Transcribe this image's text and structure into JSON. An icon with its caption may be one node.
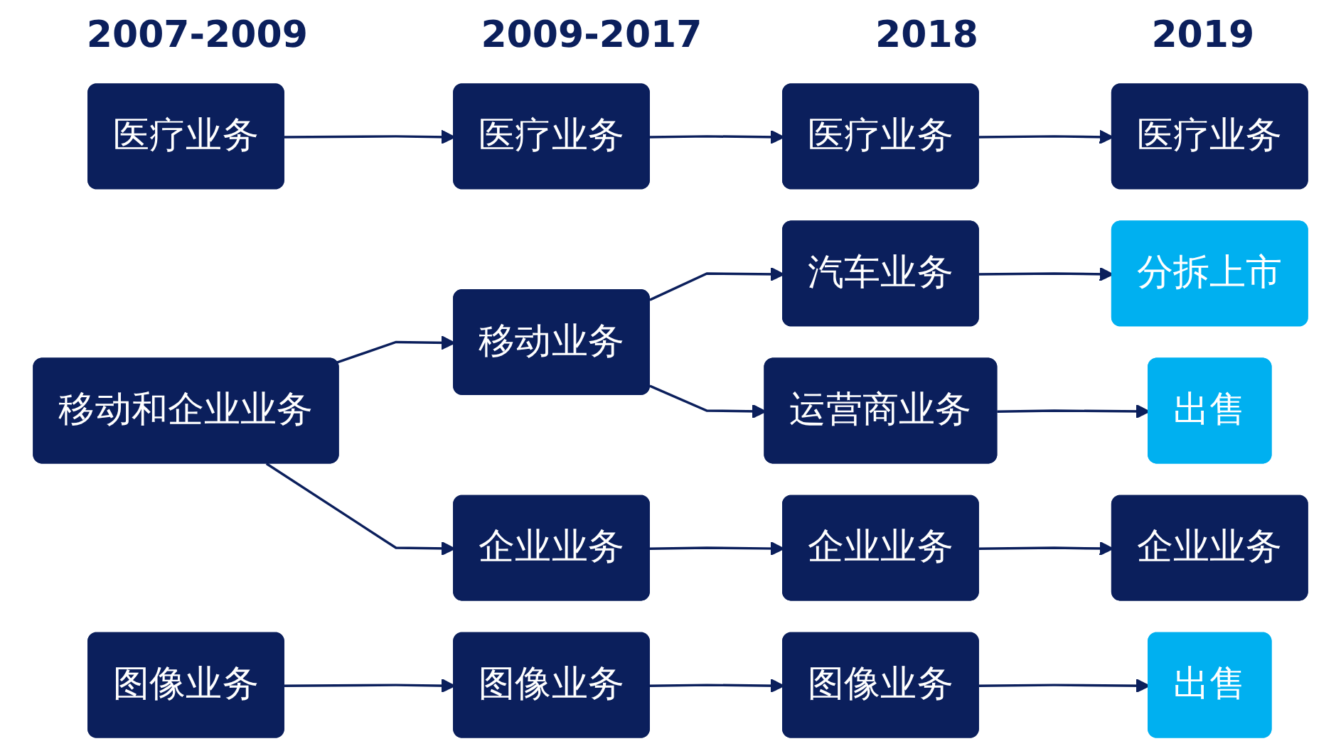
{
  "diagram": {
    "nodes": [
      {
        "text": [
          "医疗业务"
        ]
      },
      {
        "text": [
          "医疗业务"
        ]
      },
      {
        "text": [
          "医疗业务"
        ]
      },
      {
        "text": [
          "医疗业务"
        ]
      },
      {
        "text": [
          "移动和企业业务"
        ]
      },
      {
        "text": [
          "移动业务"
        ]
      },
      {
        "text": [
          "汽车业务"
        ]
      },
      {
        "text": [
          "分拆上市"
        ]
      },
      {
        "text": [
          "运营商业务"
        ]
      },
      {
        "text": [
          "出售"
        ]
      },
      {
        "text": [
          "企业业务"
        ]
      },
      {
        "text": [
          "企业业务"
        ]
      },
      {
        "text": [
          "企业业务"
        ]
      },
      {
        "text": [
          "图像业务"
        ]
      },
      {
        "text": [
          "图像业务"
        ]
      },
      {
        "text": [
          "图像业务"
        ]
      },
      {
        "text": [
          "出售"
        ]
      }
    ],
    "edges": [
      {
        "from": 0,
        "to": 1,
        "arrow": "to"
      },
      {
        "from": 1,
        "to": 2,
        "arrow": "to"
      },
      {
        "from": 2,
        "to": 3,
        "arrow": "to"
      },
      {
        "from": 4,
        "to": 5,
        "arrow": "to"
      },
      {
        "from": 4,
        "to": 10,
        "arrow": "to"
      },
      {
        "from": 5,
        "to": 6,
        "arrow": "to"
      },
      {
        "from": 5,
        "to": 8,
        "arrow": "to"
      },
      {
        "from": 6,
        "to": 7,
        "arrow": "to"
      },
      {
        "from": 8,
        "to": 9,
        "arrow": "to"
      },
      {
        "from": 10,
        "to": 11,
        "arrow": "to"
      },
      {
        "from": 11,
        "to": 12,
        "arrow": "to"
      },
      {
        "from": 13,
        "to": 14,
        "arrow": "to"
      },
      {
        "from": 14,
        "to": 15,
        "arrow": "to"
      },
      {
        "from": 15,
        "to": 16,
        "arrow": "to"
      }
    ],
    "labels": [
      "2007-2009",
      "2009-2017",
      "2018",
      "2019"
    ]
  }
}
